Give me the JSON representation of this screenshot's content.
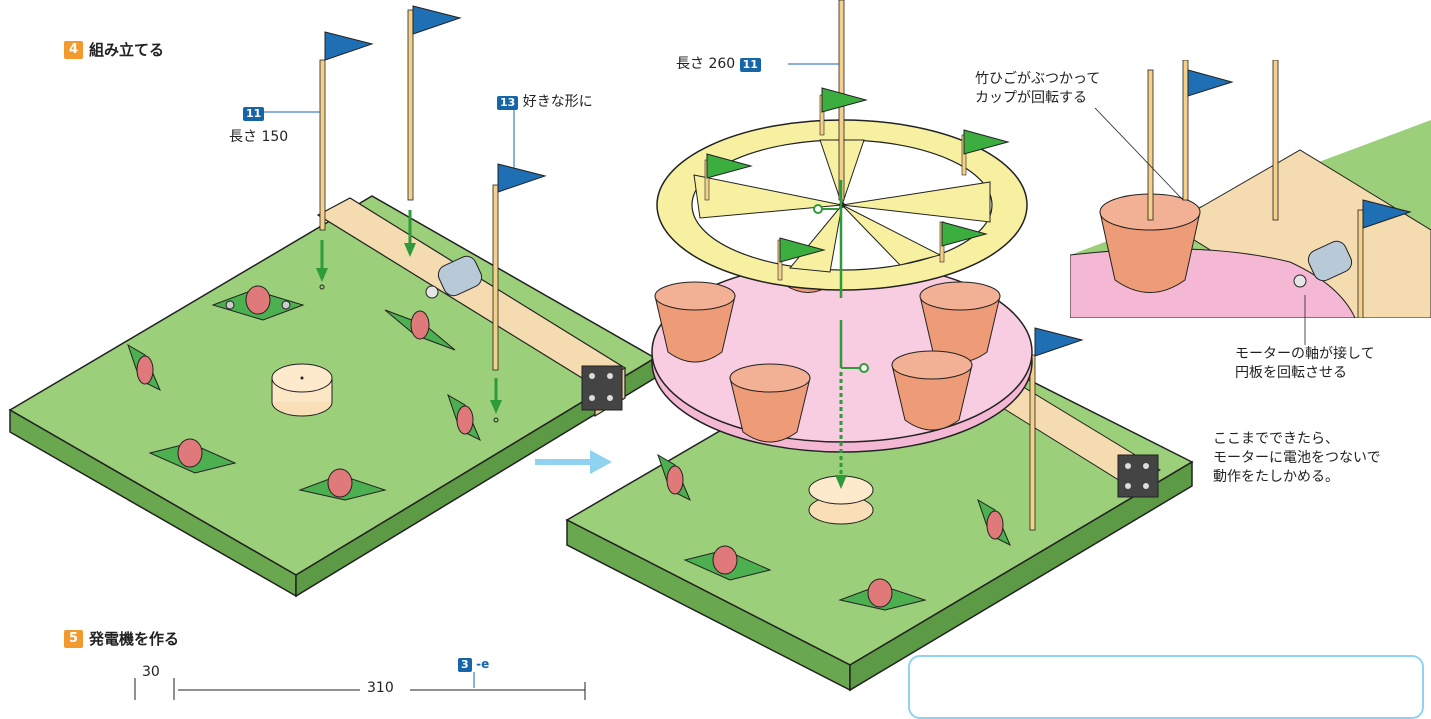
{
  "steps": [
    {
      "number": "4",
      "title": "組み立てる"
    },
    {
      "number": "5",
      "title": "発電機を作る"
    }
  ],
  "labels": {
    "stick_150_badge": "11",
    "stick_150_text": "長さ 150",
    "flag_badge": "13",
    "flag_text": "好きな形に",
    "stick_260_text": "長さ 260",
    "stick_260_badge": "11",
    "bump_note_line1": "竹ひごがぶつかって",
    "bump_note_line2": "カップが回転する",
    "motor_note_line1": "モーターの軸が接して",
    "motor_note_line2": "円板を回転させる",
    "test_note_line1": "ここまでできたら、",
    "test_note_line2": "モーターに電池をつないで",
    "test_note_line3": "動作をたしかめる。"
  },
  "dimensions": {
    "left_dim": "30",
    "main_dim": "310",
    "ref_badge": "3",
    "ref_suffix": "-e"
  },
  "colors": {
    "board_top": "#9bcf7a",
    "board_side": "#6aa84f",
    "wood": "#f5dcb0",
    "disc_top": "#f6f0a0",
    "disc_pink": "#f4b8d4",
    "cup": "#ee9b78",
    "flag_blue": "#1f6fb5",
    "flag_green": "#3cae3f",
    "arrow_green": "#2e9b3a",
    "step_orange": "#f29a2e"
  }
}
